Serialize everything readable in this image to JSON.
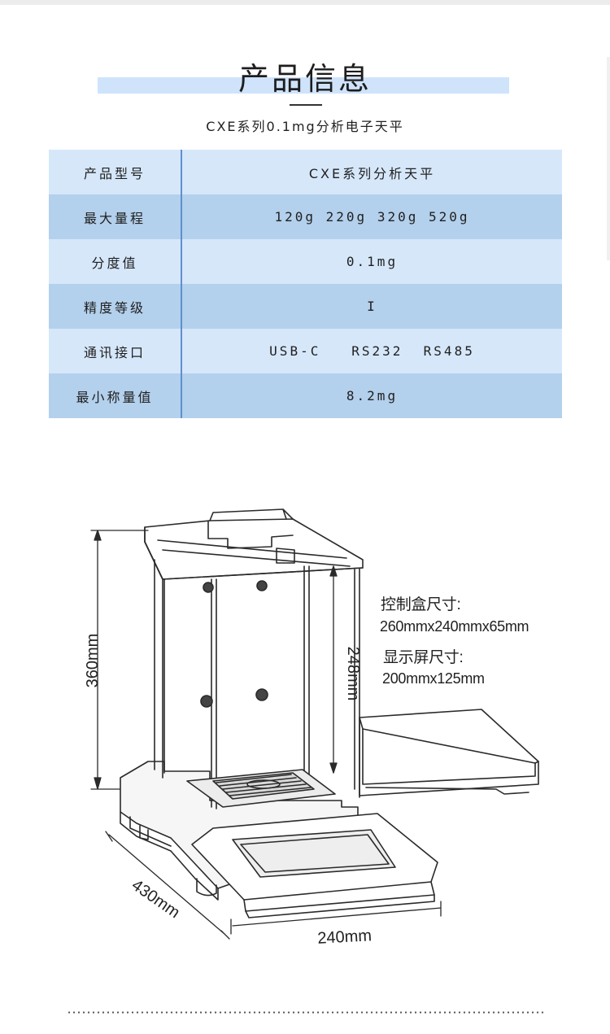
{
  "header": {
    "title": "产品信息",
    "subtitle": "CXE系列0.1mg分析电子天平"
  },
  "specs": [
    {
      "label": "产品型号",
      "value": "CXE系列分析天平"
    },
    {
      "label": "最大量程",
      "value": "120g 220g 320g 520g"
    },
    {
      "label": "分度值",
      "value": "0.1mg"
    },
    {
      "label": "精度等级",
      "value": "I"
    },
    {
      "label": "通讯接口",
      "value": "USB-C   RS232  RS485"
    },
    {
      "label": "最小称量值",
      "value": "8.2mg"
    }
  ],
  "diagram": {
    "height_total": "360mm",
    "height_chamber": "248mm",
    "depth": "430mm",
    "width": "240mm",
    "control_box_label": "控制盒尺寸:",
    "control_box_value": "260mmx240mmx65mm",
    "screen_label": "显示屏尺寸:",
    "screen_value": "200mmx125mm"
  },
  "colors": {
    "title_band": "#cfe3fb",
    "row_light": "#d6e7fa",
    "row_dark": "#b3d0ec",
    "separator": "#5f8fd0"
  }
}
